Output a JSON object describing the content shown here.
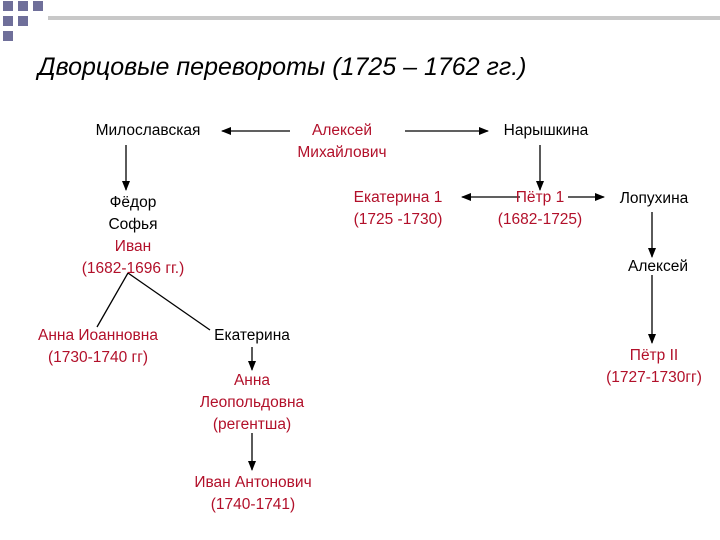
{
  "title": "Дворцовые перевороты (1725 – 1762 гг.)",
  "colors": {
    "accent": "#b2102a",
    "text": "#000000",
    "deco_square": "#6f6f9a",
    "deco_bar": "#c8c8c8"
  },
  "nodes": {
    "miloslavskaya": "Милославская",
    "aleksey_mikhailovich": [
      "Алексей",
      "Михайлович"
    ],
    "naryshkina": "Нарышкина",
    "fyodor_sofya_ivan": [
      "Фёдор",
      "Софья",
      "Иван",
      "(1682-1696 гг.)"
    ],
    "ekaterina_1": [
      "Екатерина 1",
      "(1725 -1730)"
    ],
    "pyotr_1": [
      "Пётр 1",
      "(1682-1725)"
    ],
    "lopukhina": "Лопухина",
    "aleksey": "Алексей",
    "anna_ioannovna": [
      "Анна Иоанновна",
      "(1730-1740 гг)"
    ],
    "ekaterina": "Екатерина",
    "anna_leopoldovna": [
      "Анна",
      "Леопольдовна",
      "(регентша)"
    ],
    "ivan_antonovich": [
      "Иван Антонович",
      "(1740-1741)"
    ],
    "pyotr_2": [
      "Пётр II",
      "(1727-1730гг)"
    ]
  }
}
